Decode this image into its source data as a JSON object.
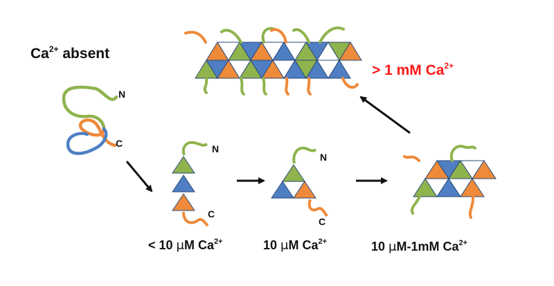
{
  "labels": {
    "absent_ion": "Ca",
    "absent_charge": "2+",
    "absent_word": " absent",
    "stage1": {
      "prefix": "< 10 ",
      "mu": "μ",
      "unit": "M Ca",
      "charge": "2+"
    },
    "stage2": {
      "prefix": "10 ",
      "mu": "μ",
      "unit": "M Ca",
      "charge": "2+"
    },
    "stage3": {
      "prefix": "10 ",
      "mu": "μ",
      "unit": "M-1mM Ca",
      "charge": "2+"
    },
    "high": {
      "prefix": "> 1 mM Ca",
      "charge": "2+"
    },
    "n_terminus": "N",
    "c_terminus": "C"
  },
  "colors": {
    "green": "#8fb34d",
    "blue": "#4f7fc2",
    "orange": "#ee8a3a",
    "white": "#ffffff",
    "outline": "#2b4a7a",
    "text": "#111111",
    "high_text": "#ff1a1a",
    "arrow": "#111111"
  }
}
